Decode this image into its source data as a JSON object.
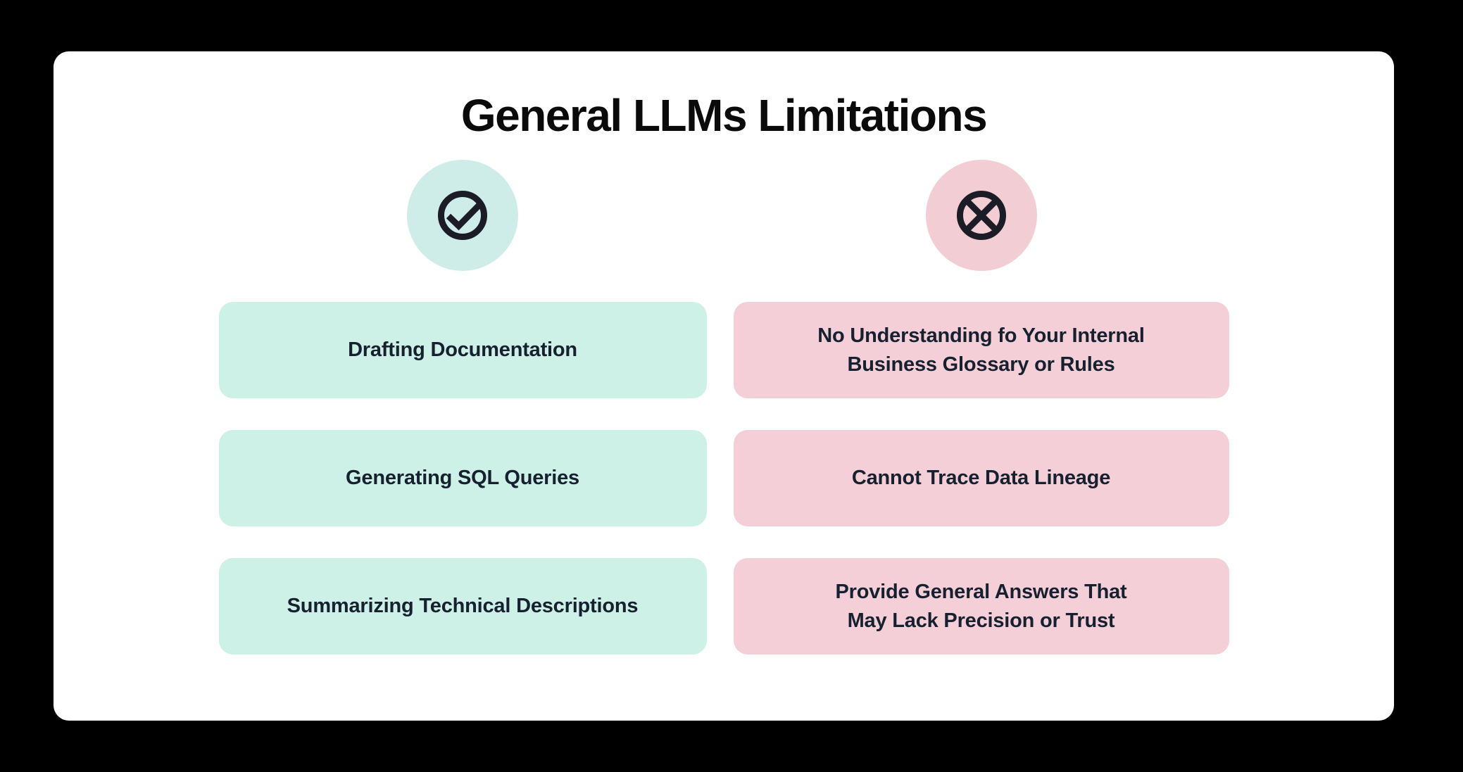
{
  "title": "General LLMs Limitations",
  "colors": {
    "background": "#000000",
    "card": "#FFFFFF",
    "mint_circle": "#CFEDE8",
    "mint_pill": "#CDF0E7",
    "pink_circle": "#F3CDD4",
    "pink_pill": "#F4CFD7",
    "icon_stroke": "#1B1C26",
    "pill_text": "#16202F",
    "title_text": "#0A0A0B"
  },
  "columns": {
    "capabilities": {
      "icon": "check-circle-icon",
      "items": [
        {
          "lines": [
            "Drafting Documentation"
          ]
        },
        {
          "lines": [
            "Generating SQL Queries"
          ]
        },
        {
          "lines": [
            "Summarizing Technical Descriptions"
          ]
        }
      ]
    },
    "limitations": {
      "icon": "x-circle-icon",
      "items": [
        {
          "lines": [
            "No Understanding fo Your Internal",
            "Business Glossary or Rules"
          ]
        },
        {
          "lines": [
            "Cannot Trace Data Lineage"
          ]
        },
        {
          "lines": [
            "Provide General Answers That",
            "May Lack Precision or Trust"
          ]
        }
      ]
    }
  }
}
